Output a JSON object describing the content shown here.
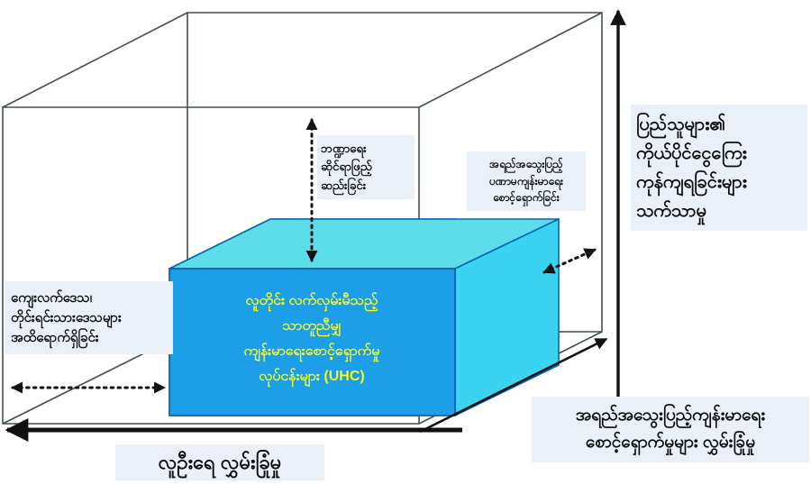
{
  "diagram": {
    "title": "UHC cube diagram (Burmese)",
    "colors": {
      "cube_front": "#1d9ee8",
      "cube_top": "#5ddcea",
      "cube_side": "#3bd3f2",
      "cube_edge": "#0a63b0",
      "wireframe": "#3c4a4e",
      "arrow": "#111111",
      "label_bg": "#e9f0f8",
      "cube_text": "#f5ff1e"
    }
  },
  "cube": {
    "lines": [
      "လူတိုင်း လက်လှမ်းမီသည့်",
      "သာတူညီမျှ",
      "ကျန်းမာရေးစောင့်ရှောက်မှု",
      "လုပ်ငန်းများ (UHC)"
    ]
  },
  "labels": {
    "rural": "ကျေးလက်ဒေသ၊\nတိုင်းရင်းသားဒေသများ\nအထိရောက်ရှိခြင်း",
    "financing": "ဘဏ္ဍာရေး\nဆိုင်ရာဖြည့်\nဆည်းခြင်း",
    "quality_primary": "အရည်အသွေးပြည့်\nပဏာမကျန်းမာရေး\nစောင့်ရှောက်ခြင်း",
    "out_of_pocket": "ပြည်သူများ၏\nကိုယ်ပိုင်ငွေကြေး\nကုန်ကျရခြင်းများ\nသက်သာမှု",
    "population_coverage": "လူဦးရေ လွှမ်းခြုံမှု",
    "service_coverage": "အရည်အသွေးပြည့်ကျန်းမာရေး\nစောင့်ရှောက်မှုများ လွှမ်းခြုံမှု"
  },
  "axes": {
    "vertical_right": "vertical axis arrow (out-of-pocket reduction)",
    "horizontal_bottom": "horizontal axis arrow (population coverage)",
    "depth_diagonal": "depth axis arrow (service coverage)"
  },
  "connectors": {
    "financing_vertical": "double-headed dotted vertical arrow",
    "rural_horizontal": "double-headed dotted horizontal arrow",
    "quality_diagonal": "double-headed dotted diagonal arrow"
  }
}
